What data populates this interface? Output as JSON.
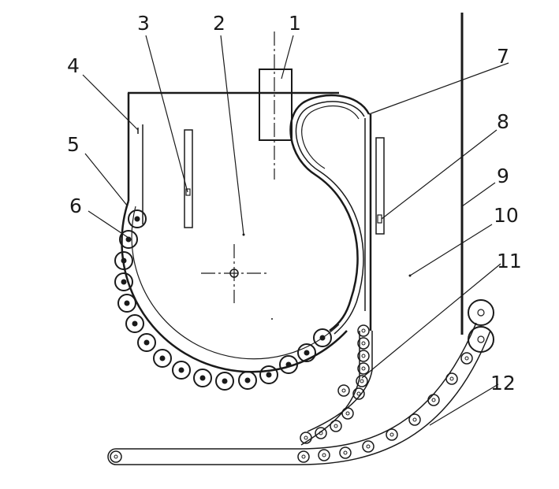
{
  "diagram": {
    "callouts": [
      "1",
      "2",
      "3",
      "4",
      "5",
      "6",
      "7",
      "8",
      "9",
      "10",
      "11",
      "12"
    ],
    "colors": {
      "line": "#1a1a1a",
      "background": "#ffffff"
    }
  }
}
